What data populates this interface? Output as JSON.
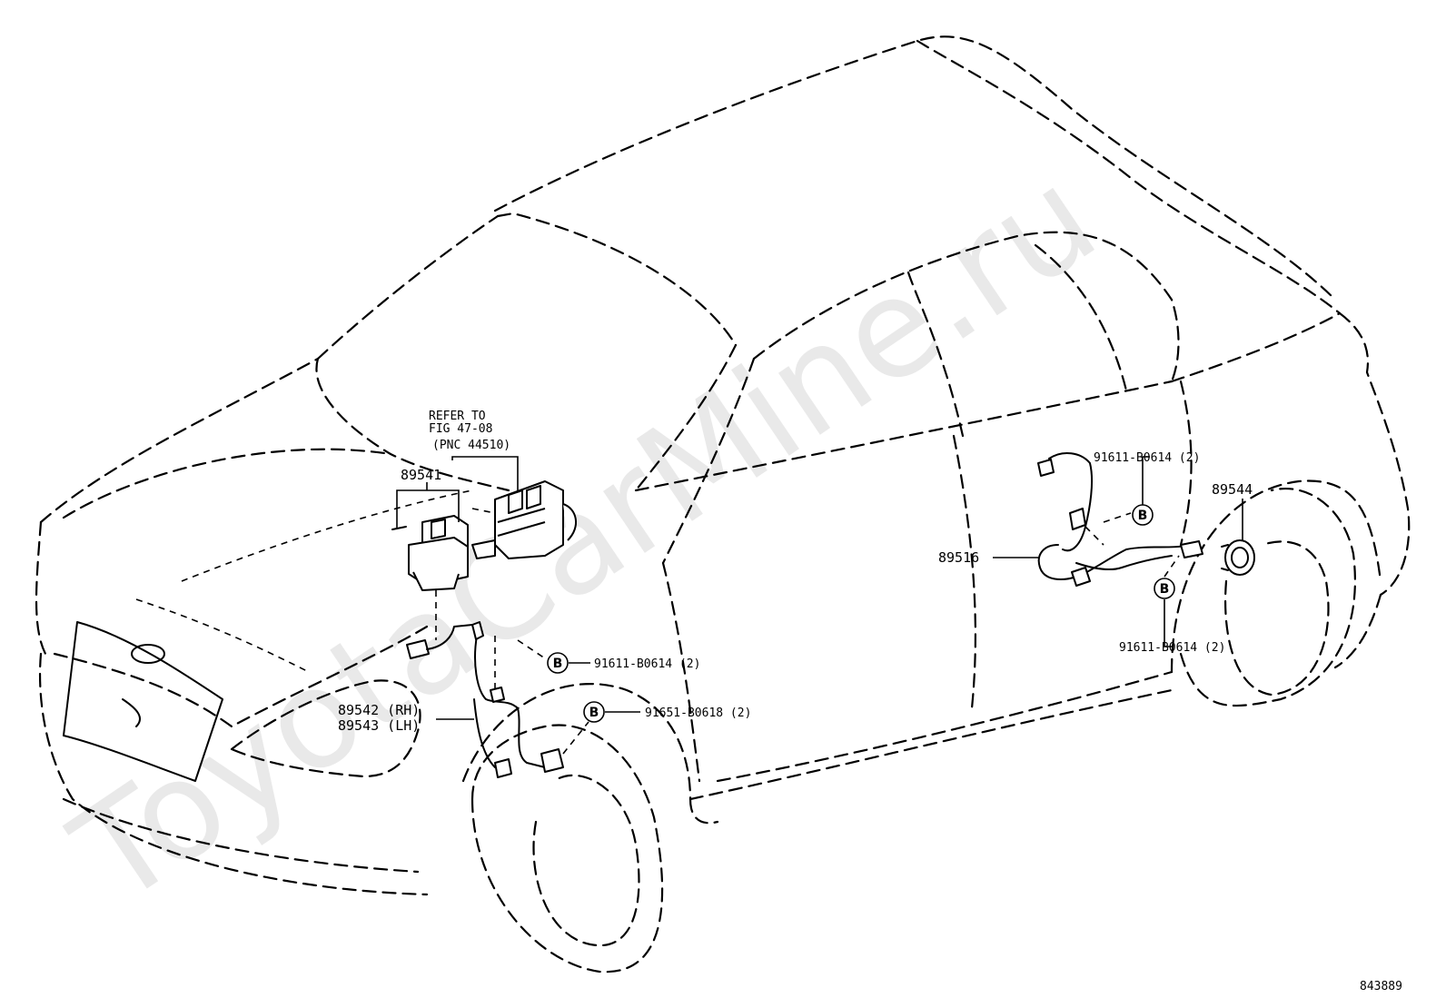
{
  "watermark": "ToyotaCarMine.ru",
  "diagram_id": "843889",
  "refer_note": {
    "line1": "REFER TO",
    "line2": "FIG 47-08",
    "line3": "(PNC 44510)"
  },
  "parts": {
    "actuator": "89541",
    "front_sensor_rh": "89542 (RH)",
    "front_sensor_lh": "89543 (LH)",
    "rear_sensor": "89516",
    "rotor": "89544"
  },
  "bolt_symbol": "B",
  "bolts": {
    "front_upper": "91611-B0614 (2)",
    "front_lower": "91651-B0618 (2)",
    "rear_upper": "91611-B0614 (2)",
    "rear_lower": "91611-B0614 (2)"
  }
}
